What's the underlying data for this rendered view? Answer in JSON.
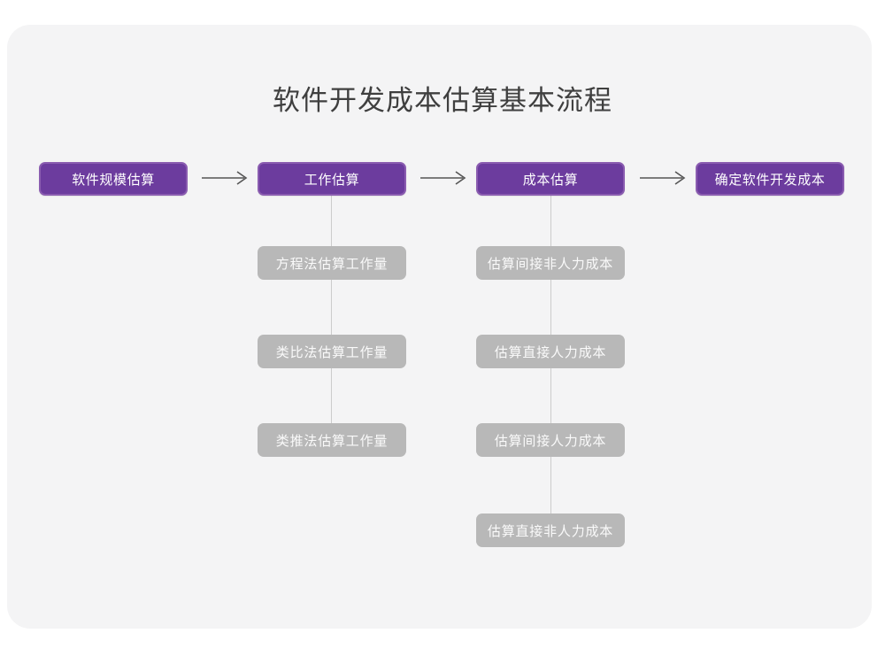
{
  "card": {
    "background": "#f4f4f5"
  },
  "title": "软件开发成本估算基本流程",
  "colors": {
    "primary_fill": "#6c3c9e",
    "primary_border": "#8a5cb0",
    "secondary_fill": "#b8b8b8",
    "connector": "#cccccc",
    "arrow": "#555555",
    "title_text": "#3f3f3f"
  },
  "chart_data": {
    "type": "diagram",
    "title": "软件开发成本估算基本流程",
    "orientation": "left-to-right",
    "main_flow": [
      {
        "id": "step-1",
        "label": "软件规模估算"
      },
      {
        "id": "step-2",
        "label": "工作估算"
      },
      {
        "id": "step-3",
        "label": "成本估算"
      },
      {
        "id": "step-4",
        "label": "确定软件开发成本"
      }
    ],
    "arrows": [
      {
        "from": "step-1",
        "to": "step-2",
        "glyph": "arrow-right"
      },
      {
        "from": "step-2",
        "to": "step-3",
        "glyph": "arrow-right"
      },
      {
        "from": "step-3",
        "to": "step-4",
        "glyph": "arrow-right"
      }
    ],
    "sub_flows": [
      {
        "parent": "step-2",
        "items": [
          "方程法估算工作量",
          "类比法估算工作量",
          "类推法估算工作量"
        ]
      },
      {
        "parent": "step-3",
        "items": [
          "估算间接非人力成本",
          "估算直接人力成本",
          "估算间接人力成本",
          "估算直接非人力成本"
        ]
      }
    ]
  },
  "nodes": {
    "step1": "软件规模估算",
    "step2": "工作估算",
    "step3": "成本估算",
    "step4": "确定软件开发成本",
    "work1": "方程法估算工作量",
    "work2": "类比法估算工作量",
    "work3": "类推法估算工作量",
    "cost1": "估算间接非人力成本",
    "cost2": "估算直接人力成本",
    "cost3": "估算间接人力成本",
    "cost4": "估算直接非人力成本"
  }
}
